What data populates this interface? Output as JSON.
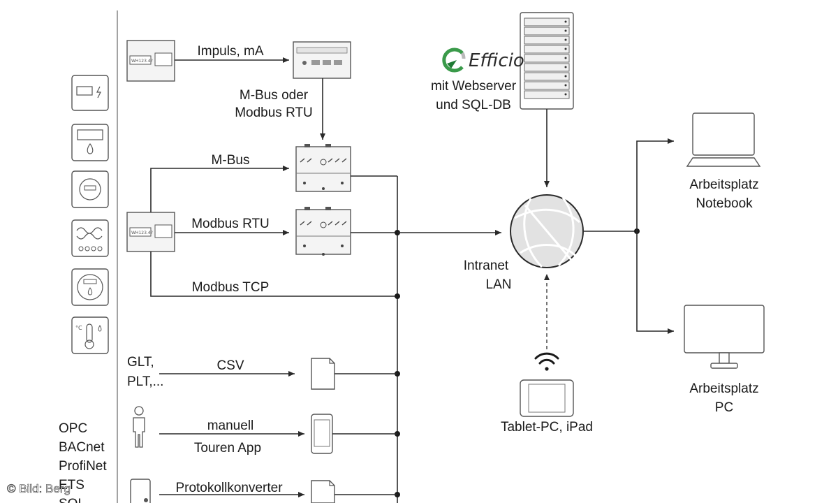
{
  "connections": {
    "impuls": "Impuls, mA",
    "mbus_oder_line1": "M-Bus oder",
    "mbus_oder_line2": "Modbus RTU",
    "mbus": "M-Bus",
    "modbus_rtu": "Modbus RTU",
    "modbus_tcp": "Modbus TCP",
    "csv": "CSV",
    "manuell": "manuell",
    "touren_app": "Touren App",
    "protokollkonverter": "Protokollkonverter"
  },
  "sources": {
    "glt_line1": "GLT,",
    "glt_line2": "PLT,...",
    "meter_display": "WH123.4?"
  },
  "protocols": [
    "OPC",
    "BACnet",
    "ProfiNet",
    "ETS",
    "SQL"
  ],
  "server": {
    "brand": "Efficio",
    "line1": "mit Webserver",
    "line2": "und SQL-DB"
  },
  "network": {
    "line1": "Intranet",
    "line2": "LAN"
  },
  "clients": {
    "notebook_line1": "Arbeitsplatz",
    "notebook_line2": "Notebook",
    "pc_line1": "Arbeitsplatz",
    "pc_line2": "PC",
    "tablet": "Tablet-PC, iPad"
  },
  "credit": "© Bild: Berg",
  "colors": {
    "line": "#2a2a2a",
    "device_stroke": "#555555",
    "brand_green": "#3a9a4a"
  }
}
